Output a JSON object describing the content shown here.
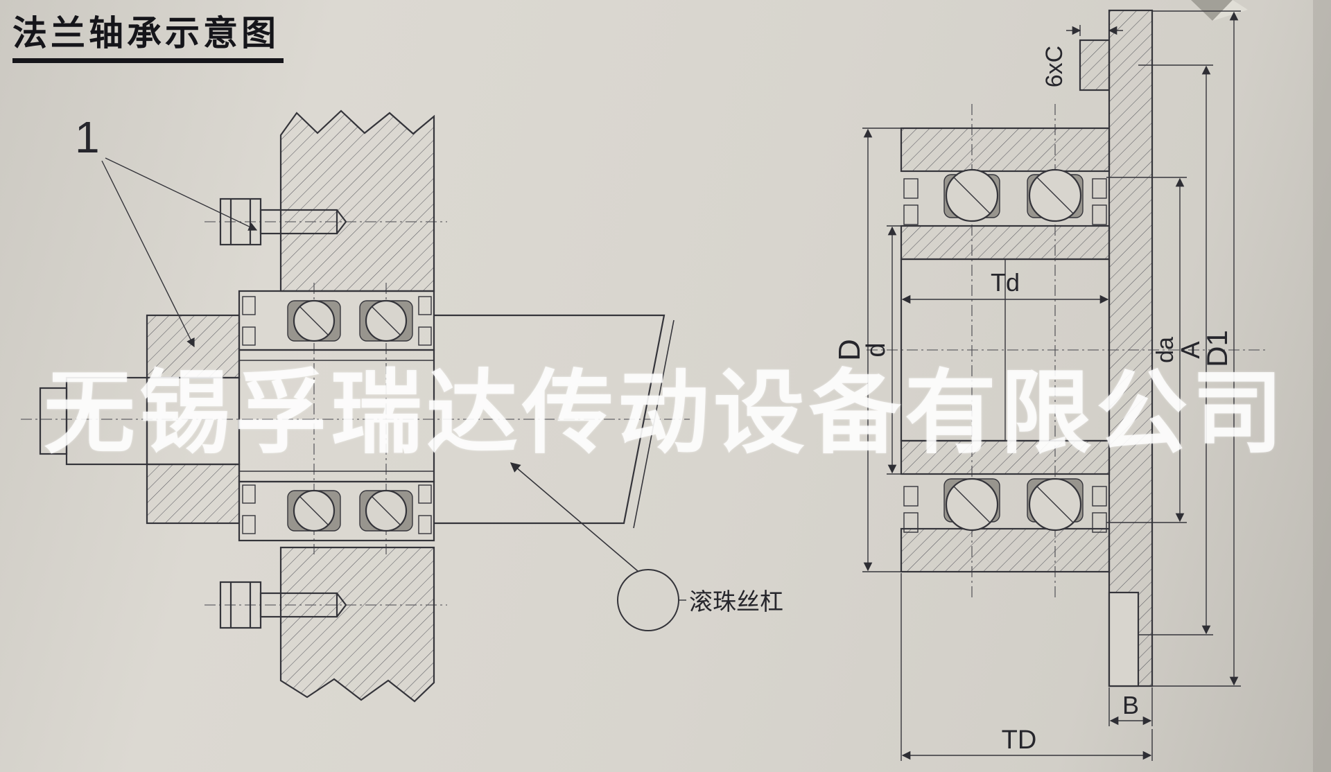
{
  "title": "法兰轴承示意图",
  "watermark": "无锡孚瑞达传动设备有限公司",
  "left_view": {
    "part_number": "1",
    "ball_screw": "滚珠丝杠"
  },
  "dimensions": {
    "bolt_holes": "6xC",
    "outer_diameter": "D",
    "bore_diameter": "d",
    "thread_diameter": "Td",
    "shoulder_diameter": "da",
    "bolt_circle": "A",
    "flange_diameter": "D1",
    "flange_width": "B",
    "total_width": "TD"
  },
  "colors": {
    "paper": "#d8d5ce",
    "line": "#34343a",
    "cage_gray": "#98958e",
    "watermark_white": "#ffffff"
  }
}
